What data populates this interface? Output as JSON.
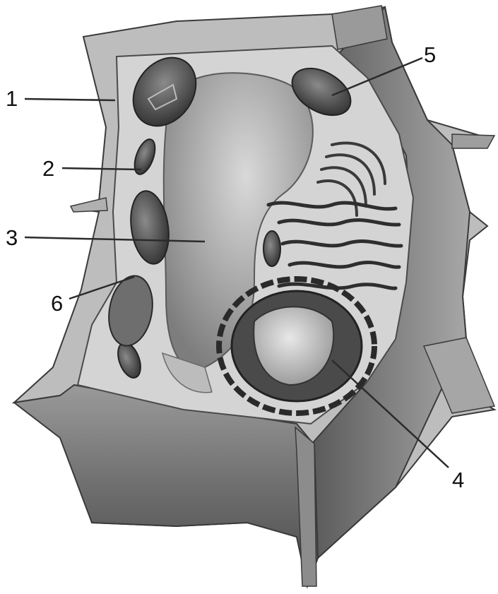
{
  "diagram": {
    "labels": [
      {
        "id": "1",
        "text": "1"
      },
      {
        "id": "2",
        "text": "2"
      },
      {
        "id": "3",
        "text": "3"
      },
      {
        "id": "4",
        "text": "4"
      },
      {
        "id": "5",
        "text": "5"
      },
      {
        "id": "6",
        "text": "6"
      }
    ]
  },
  "colors": {
    "background": "#ffffff",
    "wall_dark": "#3a3a3a",
    "wall_mid": "#8c8c8c",
    "wall_light": "#d8d8d8",
    "cytoplasm": "#cfcfcf",
    "vacuole": "#a9a9a9",
    "organelle_dark": "#2e2e2e",
    "label_text": "#111111"
  }
}
